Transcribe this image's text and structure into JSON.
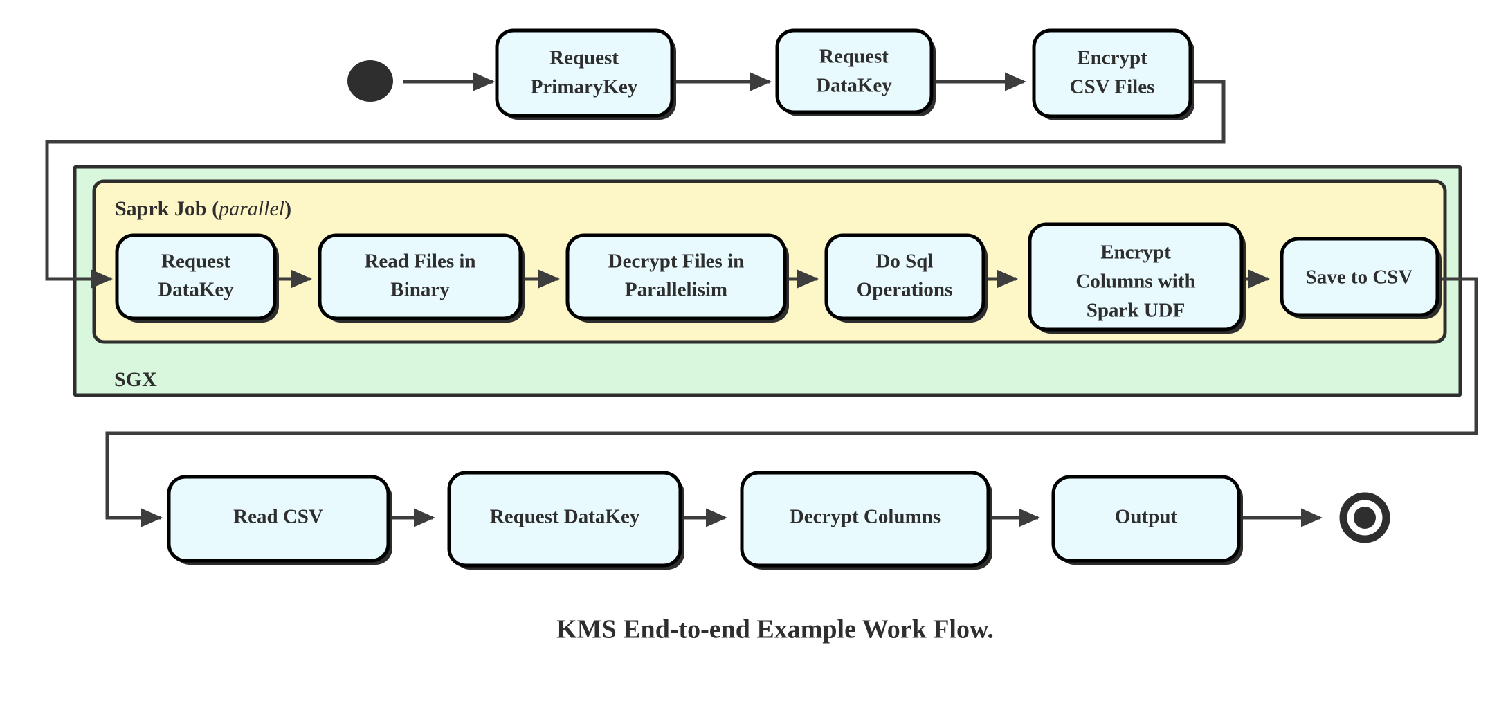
{
  "diagram": {
    "caption": "KMS End-to-end Example Work Flow.",
    "colors": {
      "node_fill": "#e8fafd",
      "node_stroke": "#000000",
      "sgx_fill": "#d9f7dd",
      "spark_fill": "#fdf7c8",
      "edge": "#3d3d3d",
      "text": "#2e2e2e",
      "background": "#ffffff"
    },
    "start_node": {
      "name": "start",
      "shape": "filled-circle"
    },
    "end_node": {
      "name": "end",
      "shape": "double-circle"
    },
    "containers": [
      {
        "id": "sgx",
        "label": "SGX",
        "label_position": "bottom-left",
        "fill": "#d9f7dd"
      },
      {
        "id": "spark-job",
        "label": "Saprk Job",
        "label_suffix_open": "(",
        "label_suffix_italic": "parallel",
        "label_suffix_close": ")",
        "label_position": "top-left",
        "fill": "#fdf7c8"
      }
    ],
    "rows": [
      {
        "id": "row-top",
        "nodes": [
          {
            "id": "request-primarykey",
            "lines": [
              "Request",
              "PrimaryKey"
            ]
          },
          {
            "id": "request-datakey-top",
            "lines": [
              "Request",
              "DataKey"
            ]
          },
          {
            "id": "encrypt-csv-files",
            "lines": [
              "Encrypt",
              "CSV Files"
            ]
          }
        ]
      },
      {
        "id": "row-spark",
        "nodes": [
          {
            "id": "request-datakey-spark",
            "lines": [
              "Request",
              "DataKey"
            ]
          },
          {
            "id": "read-files-in-binary",
            "lines": [
              "Read Files in",
              "Binary"
            ]
          },
          {
            "id": "decrypt-files-in-parallelisim",
            "lines": [
              "Decrypt Files in",
              "Parallelisim"
            ]
          },
          {
            "id": "do-sql-operations",
            "lines": [
              "Do Sql",
              "Operations"
            ]
          },
          {
            "id": "encrypt-columns-with-spark-udf",
            "lines": [
              "Encrypt",
              "Columns with",
              "Spark UDF"
            ]
          },
          {
            "id": "save-to-csv",
            "lines": [
              "Save to CSV"
            ]
          }
        ]
      },
      {
        "id": "row-bottom",
        "nodes": [
          {
            "id": "read-csv",
            "lines": [
              "Read CSV"
            ]
          },
          {
            "id": "request-datakey-bottom",
            "lines": [
              "Request DataKey"
            ]
          },
          {
            "id": "decrypt-columns",
            "lines": [
              "Decrypt Columns"
            ]
          },
          {
            "id": "output",
            "lines": [
              "Output"
            ]
          }
        ]
      }
    ],
    "edges": [
      {
        "from": "start",
        "to": "request-primarykey"
      },
      {
        "from": "request-primarykey",
        "to": "request-datakey-top"
      },
      {
        "from": "request-datakey-top",
        "to": "encrypt-csv-files"
      },
      {
        "from": "encrypt-csv-files",
        "to": "request-datakey-spark",
        "routed": true
      },
      {
        "from": "request-datakey-spark",
        "to": "read-files-in-binary"
      },
      {
        "from": "read-files-in-binary",
        "to": "decrypt-files-in-parallelisim"
      },
      {
        "from": "decrypt-files-in-parallelisim",
        "to": "do-sql-operations"
      },
      {
        "from": "do-sql-operations",
        "to": "encrypt-columns-with-spark-udf"
      },
      {
        "from": "encrypt-columns-with-spark-udf",
        "to": "save-to-csv"
      },
      {
        "from": "save-to-csv",
        "to": "read-csv",
        "routed": true
      },
      {
        "from": "read-csv",
        "to": "request-datakey-bottom"
      },
      {
        "from": "request-datakey-bottom",
        "to": "decrypt-columns"
      },
      {
        "from": "decrypt-columns",
        "to": "output"
      },
      {
        "from": "output",
        "to": "end"
      }
    ]
  }
}
